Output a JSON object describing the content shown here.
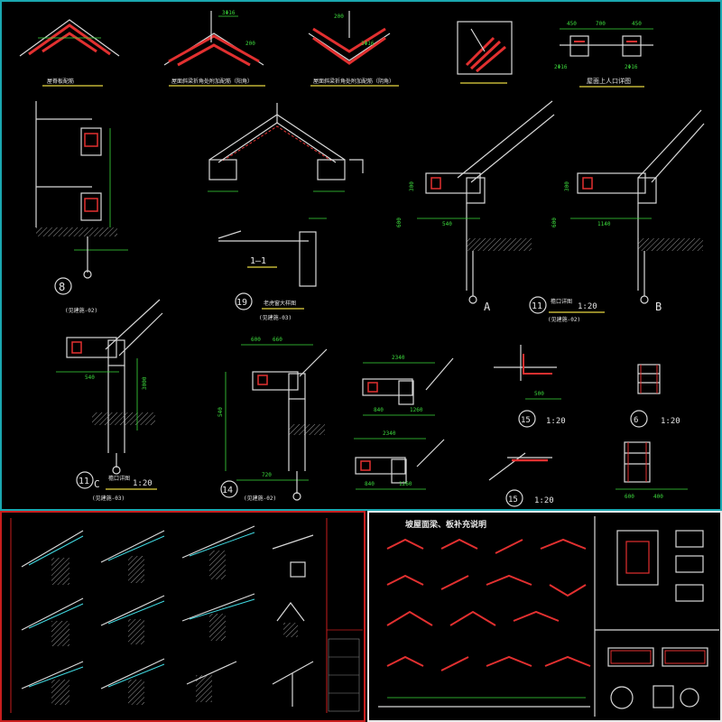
{
  "main": {
    "top_labels": {
      "roof_ridge_left": "屋脊板配筋",
      "roof_ridge_mid": "屋面斜梁折角处附加配筋（阳角）",
      "roof_ridge_right": "屋面斜梁折角处附加配筋（阴角）",
      "roof_opening": "屋面上人口详图"
    },
    "top_dims": {
      "d200a": "200",
      "d3716": "3Φ16",
      "d200b": "200",
      "d3416": "3Φ16",
      "d450a": "450",
      "d450b": "450",
      "d700": "700",
      "d2716a": "2Φ16",
      "d2716b": "2Φ16"
    },
    "details": {
      "d8": {
        "num": "8",
        "ref": "(见建施-02)"
      },
      "d19": {
        "num": "19",
        "ref": "(见建施-03)",
        "section": "1—1",
        "section_name": "老虎窗大样图"
      },
      "dA": {
        "letter": "A",
        "dim_a": "540",
        "dim_b": "600",
        "dim_c": "300"
      },
      "d11": {
        "num": "11",
        "scale": "1:20",
        "ref": "(见建施-02)",
        "name": "檐口详图"
      },
      "dB": {
        "letter": "B",
        "dim_a": "1140",
        "dim_b": "600",
        "dim_c": "300"
      },
      "d11c": {
        "num": "11",
        "suffix": "C",
        "scale": "1:20",
        "ref": "(见建施-03)",
        "name": "檐口详图",
        "dim_a": "540",
        "dim_b": "3000"
      },
      "d14": {
        "num": "14",
        "ref": "(见建施-02)",
        "dim_a": "600",
        "dim_b": "660",
        "dim_c": "540",
        "dim_d": "720"
      },
      "d15a": {
        "num": "15",
        "scale": "1:20",
        "dim_a": "500"
      },
      "d15b": {
        "num": "15",
        "scale": "1:20"
      },
      "d6": {
        "num": "6",
        "scale": "1:20",
        "dim_a": "600",
        "dim_b": "400"
      },
      "mid_dims": {
        "a": "2340",
        "b": "840",
        "c": "1260"
      },
      "lower_dims": {
        "a": "2340",
        "b": "840",
        "c": "1260",
        "d": "600",
        "e": "720"
      }
    }
  },
  "right_panel": {
    "title": "坡屋面梁、板补充说明"
  },
  "colors": {
    "main_border": "#1aa7b0",
    "left_border": "#c81e1e",
    "right_border": "#e8e8e8",
    "rebar": "#e23030",
    "dimension": "#3ddc3d",
    "outline": "#d8d8d8"
  }
}
